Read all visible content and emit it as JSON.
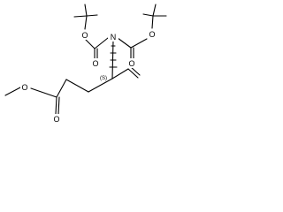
{
  "structure": {
    "atom_labels": {
      "o_boc1_ether": "O",
      "o_boc1_carbonyl": "O",
      "o_boc2_ether": "O",
      "o_boc2_carbonyl": "O",
      "n_center": "N",
      "o_ester_ether": "O",
      "o_ester_carbonyl": "O"
    },
    "stereo_label": "(S)"
  }
}
